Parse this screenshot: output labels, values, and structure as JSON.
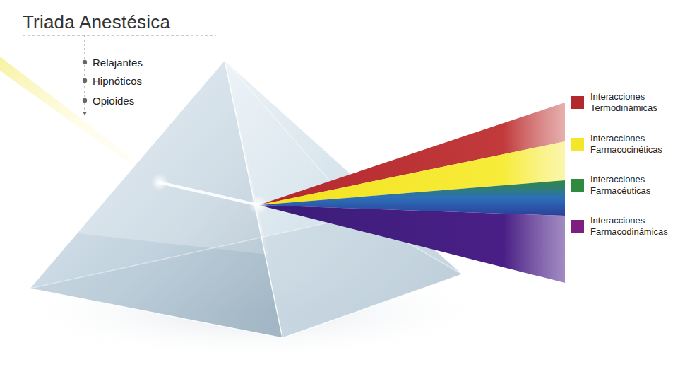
{
  "diagram": {
    "title": "Triada Anestésica",
    "labels": [
      "Relajantes",
      "Hipnóticos",
      "Opioides"
    ],
    "legend": [
      {
        "text": "Interacciones Termodinámicas",
        "color": "#b3282d"
      },
      {
        "text": "Interacciones Farmacocinéticas",
        "color": "#f4e629"
      },
      {
        "text": "Interacciones Farmacéuticas",
        "color": "#2f8a3f"
      },
      {
        "text": "Interacciones Farmacodinámicas",
        "color": "#7d1f7e"
      }
    ]
  }
}
